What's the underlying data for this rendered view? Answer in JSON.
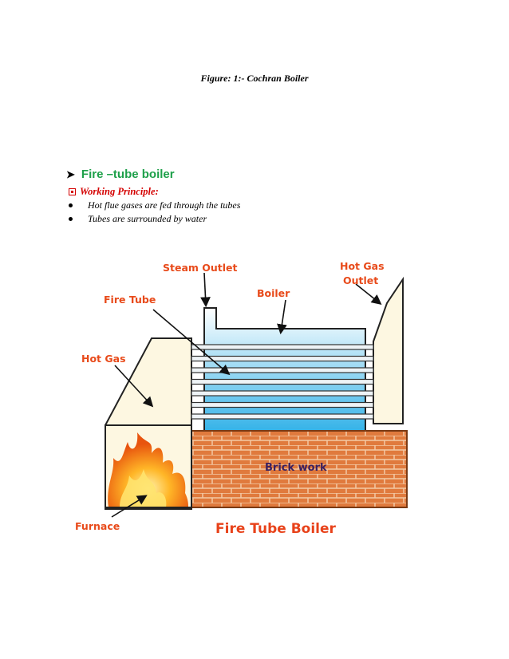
{
  "caption": "Figure: 1:- Cochran Boiler",
  "section": {
    "heading": "Fire –tube boiler",
    "subheading": "Working Principle:",
    "bullets": [
      "Hot flue  gases are fed through the tubes",
      "Tubes are surrounded by water"
    ]
  },
  "diagram": {
    "title": "Fire Tube Boiler",
    "labels": {
      "steam_outlet": "Steam Outlet",
      "hot_gas_outlet_1": "Hot Gas",
      "hot_gas_outlet_2": "Outlet",
      "fire_tube": "Fire Tube",
      "boiler": "Boiler",
      "hot_gas": "Hot Gas",
      "brick_work": "Brick work",
      "furnace": "Furnace"
    },
    "colors": {
      "label": "#e84a1a",
      "title": "#e8421a",
      "brick": "#e07a3d",
      "mortar": "#f3c9a5",
      "water_top": "#ffffff",
      "water_bottom": "#36b3e8",
      "casing": "#fdf7e1",
      "brick_text": "#3b2160"
    }
  }
}
